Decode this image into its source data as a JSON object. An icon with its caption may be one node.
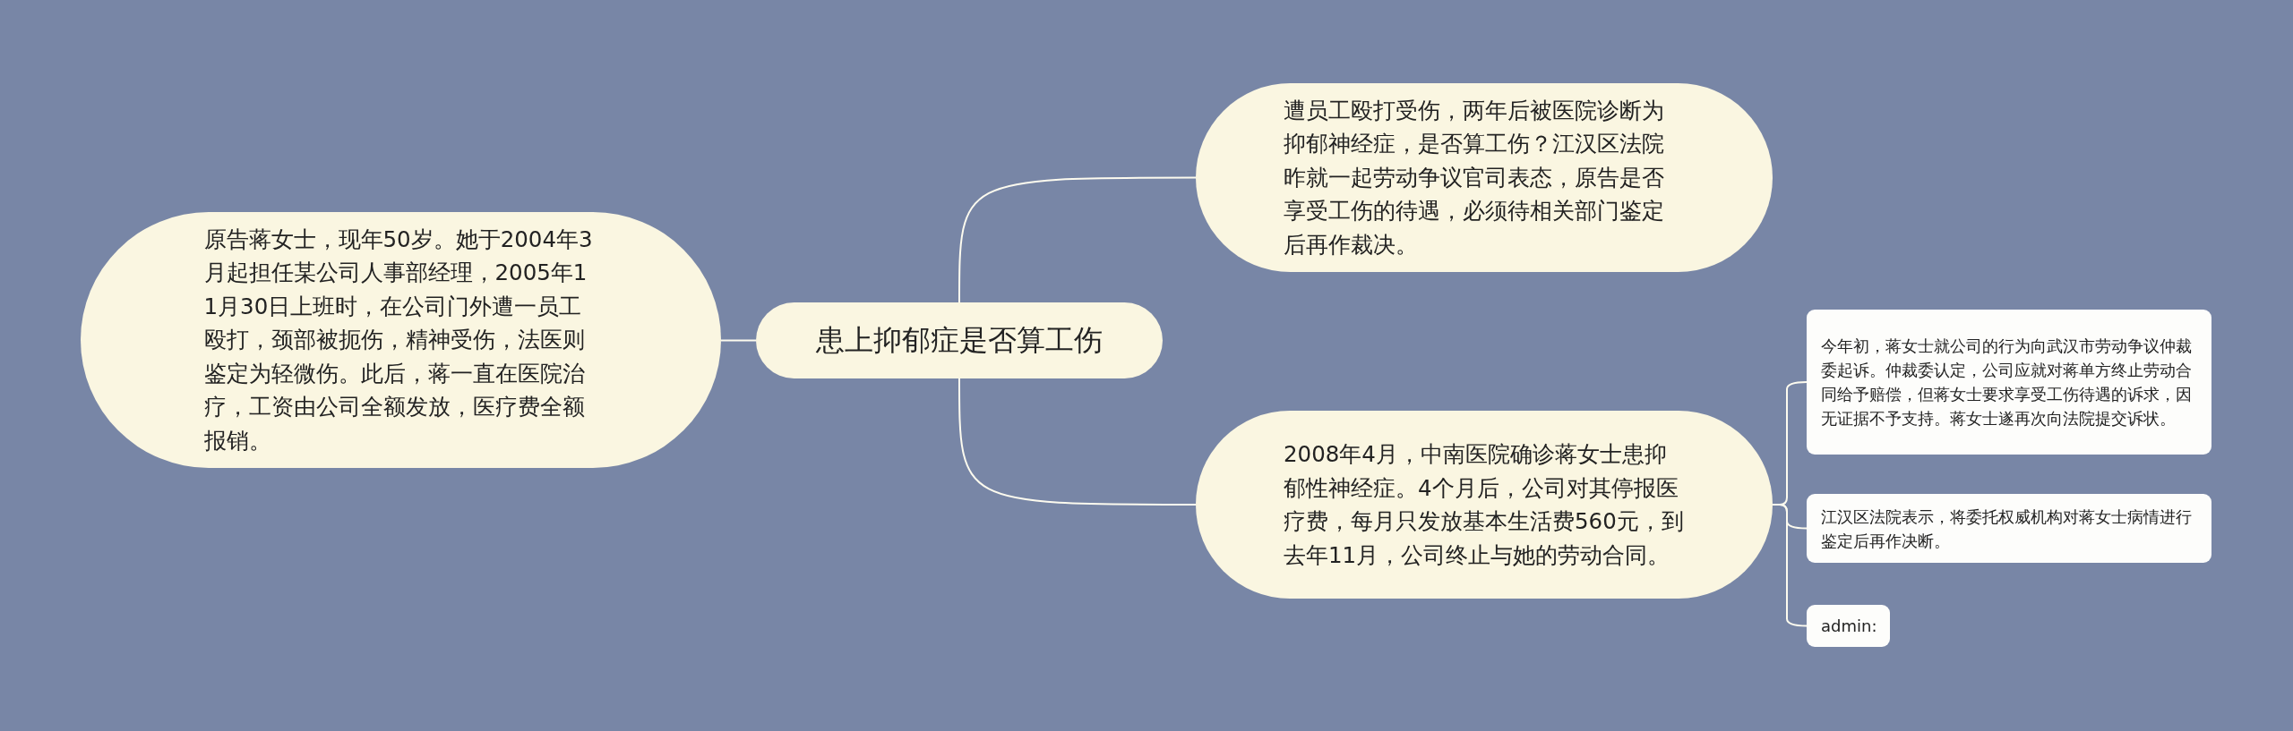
{
  "diagram": {
    "nodes": [
      {
        "text": [
          "患上抑郁症是否算工伤"
        ]
      },
      {
        "text": [
          "原告蒋女士，现年50岁。她于2004年3月起担任某公司人事部经理，2005年11月30日上班时，在公司门外遭一员工殴打，颈部被扼伤，精神受伤，法医则鉴定为轻微伤。此后，蒋一直在医院治疗，工资由公司全额发放，医疗费全额报销。"
        ]
      },
      {
        "text": [
          "遭员工殴打受伤，两年后被医院诊断为抑郁神经症，是否算工伤？江汉区法院昨就一起劳动争议官司表态，原告是否享受工伤的待遇，必须待相关部门鉴定后再作裁决。"
        ]
      },
      {
        "text": [
          "2008年4月，中南医院确诊蒋女士患抑郁性神经症。4个月后，公司对其停报医疗费，每月只发放基本生活费560元，到去年11月，公司终止与她的劳动合同。"
        ]
      },
      {
        "text": [
          "今年初，蒋女士就公司的行为向武汉市劳动争议仲裁委起诉。仲裁委认定，公司应就对蒋单方终止劳动合同给予赔偿，但蒋女士要求享受工伤待遇的诉求，因无证据不予支持。蒋女士遂再次向法院提交诉状。"
        ]
      },
      {
        "text": [
          "江汉区法院表示，将委托权威机构对蒋女士病情进行鉴定后再作决断。"
        ]
      },
      {
        "text": [
          "admin:"
        ]
      }
    ],
    "edges": [
      {
        "from": 0,
        "to": 1,
        "arrow": "none"
      },
      {
        "from": 0,
        "to": 2,
        "arrow": "none"
      },
      {
        "from": 0,
        "to": 3,
        "arrow": "none"
      },
      {
        "from": 3,
        "to": 4,
        "arrow": "none"
      },
      {
        "from": 3,
        "to": 5,
        "arrow": "none"
      },
      {
        "from": 3,
        "to": 6,
        "arrow": "none"
      }
    ]
  }
}
